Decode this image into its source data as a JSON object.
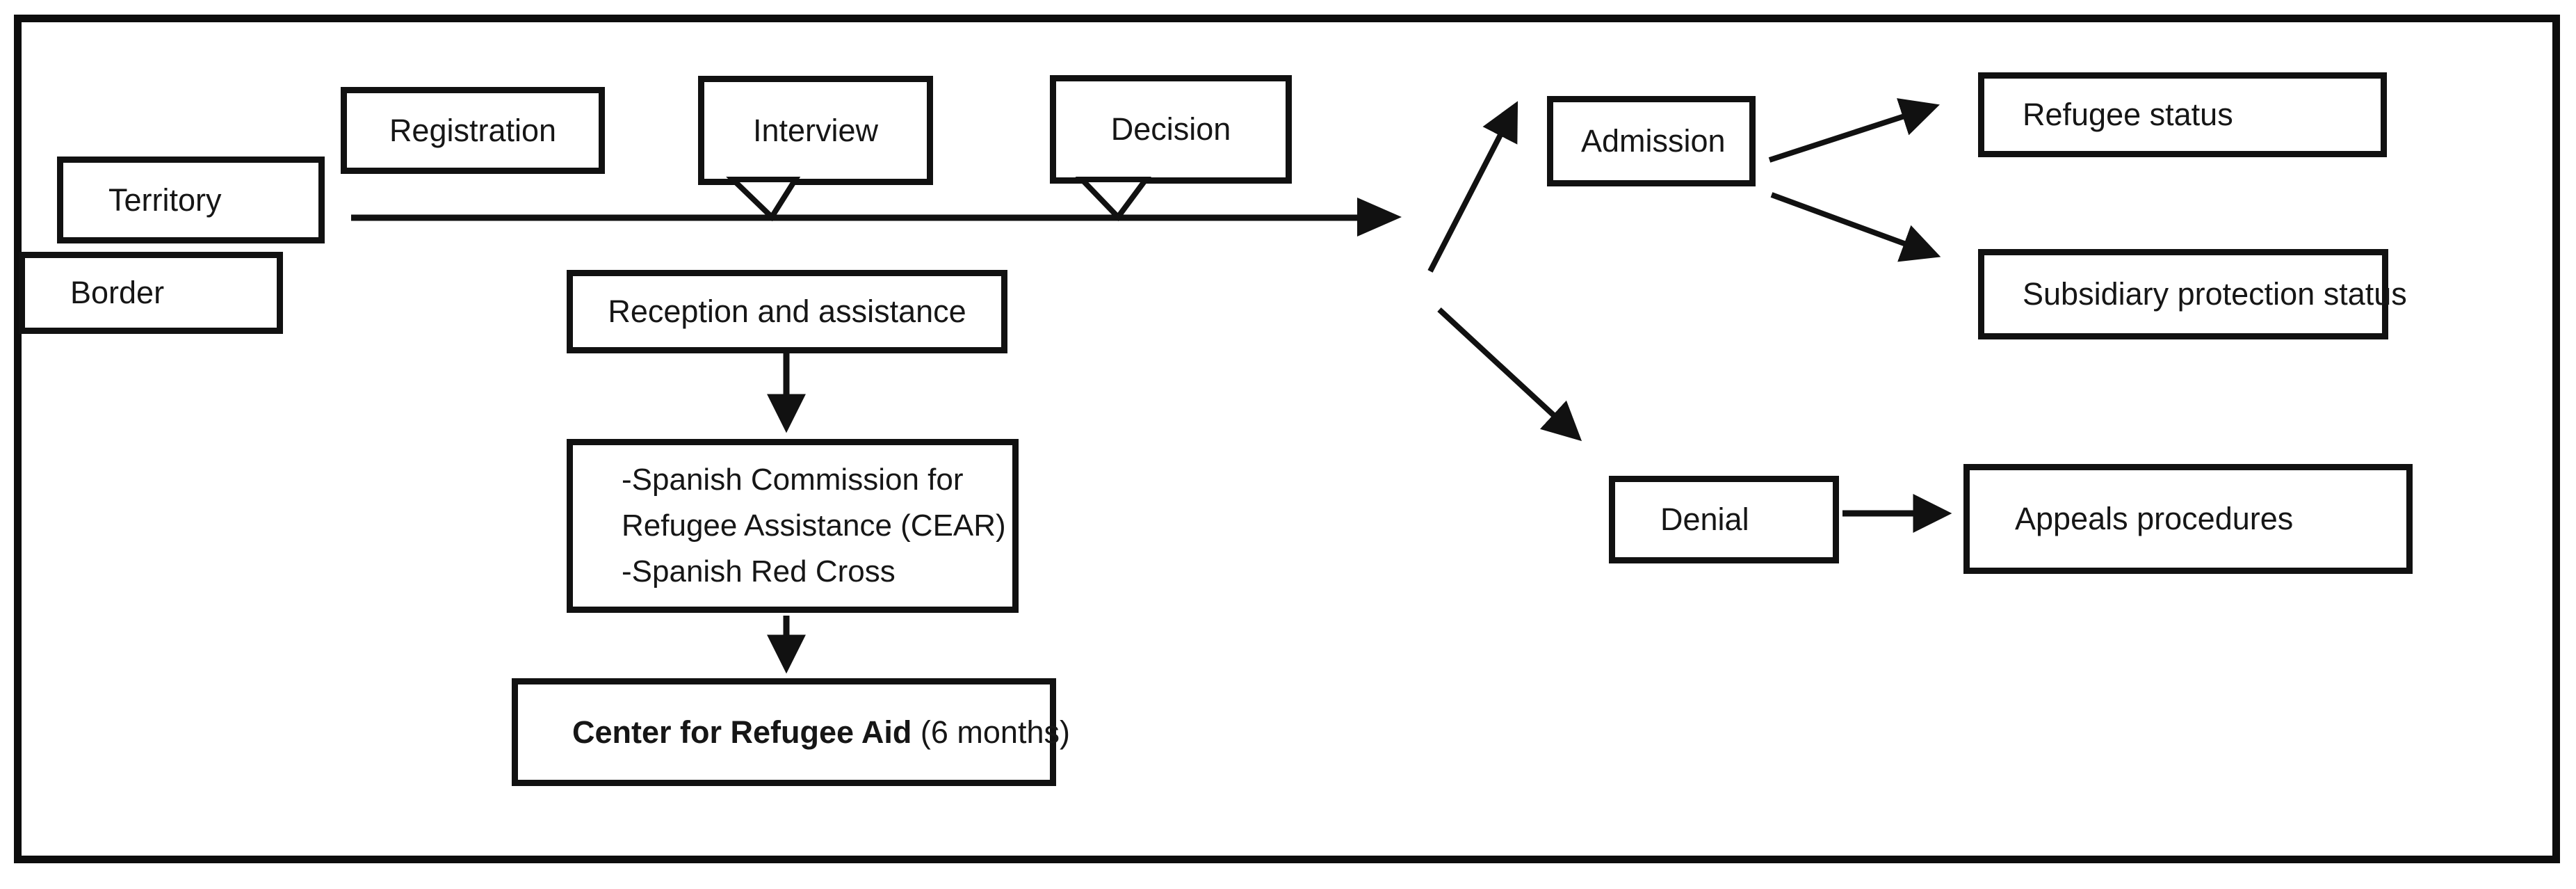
{
  "diagram": {
    "title_visible": false,
    "colors": {
      "ink": "#111111",
      "background": "#ffffff"
    },
    "nodes": {
      "territory": "Territory",
      "border": "Border",
      "registration": "Registration",
      "interview": "Interview",
      "decision": "Decision",
      "admission": "Admission",
      "refugee_status": "Refugee status",
      "subsidiary_protection": "Subsidiary protection status",
      "denial": "Denial",
      "appeals": "Appeals procedures",
      "reception": "Reception and assistance",
      "support_orgs": {
        "line1": "-Spanish Commission for",
        "line2": "Refugee Assistance (CEAR)",
        "line3": "-Spanish Red Cross"
      },
      "refugee_center": {
        "bold": "Center for Refugee Aid",
        "rest": " (6 months)"
      }
    },
    "edges": [
      {
        "from": "timeline-start",
        "to": "timeline-end",
        "style": "arrow"
      },
      {
        "from": "interview",
        "to": "timeline",
        "style": "callout-pointer"
      },
      {
        "from": "decision",
        "to": "timeline",
        "style": "callout-pointer"
      },
      {
        "from": "timeline-end",
        "to": "admission",
        "style": "arrow"
      },
      {
        "from": "timeline-end",
        "to": "denial",
        "style": "arrow"
      },
      {
        "from": "admission",
        "to": "refugee_status",
        "style": "arrow"
      },
      {
        "from": "admission",
        "to": "subsidiary_protection",
        "style": "arrow"
      },
      {
        "from": "denial",
        "to": "appeals",
        "style": "arrow"
      },
      {
        "from": "reception",
        "to": "support_orgs",
        "style": "arrow"
      },
      {
        "from": "support_orgs",
        "to": "refugee_center",
        "style": "arrow"
      }
    ]
  }
}
